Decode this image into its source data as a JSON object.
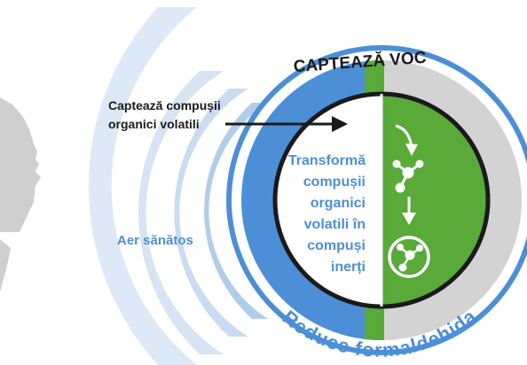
{
  "texts": {
    "title": "CAPTEAZĂ VOC",
    "callout_line1": "Captează compușii",
    "callout_line2": "organici volatili",
    "transform_lines": [
      "Transformă",
      "compușii",
      "organici",
      "volatili în",
      "compuși",
      "inerți"
    ],
    "healthy_air": "Aer sănătos",
    "arc_text": "Reduce formaldehida"
  },
  "colors": {
    "outer_ring_blue": "#4d8fd6",
    "inner_ring_blue": "#5a97da",
    "green": "#5aaa3a",
    "gray_ring": "#d3d3d3",
    "text_dark": "#222222",
    "text_blue": "#4d8fd6",
    "wave_light": "#dde9f6",
    "wave_mid": "#c9dcf1",
    "wave_dark": "#b2cdea",
    "silhouette": "#cfcfcf"
  },
  "icons": [
    "molecule-icon",
    "molecule-circle-icon",
    "arrow-down-icon"
  ]
}
